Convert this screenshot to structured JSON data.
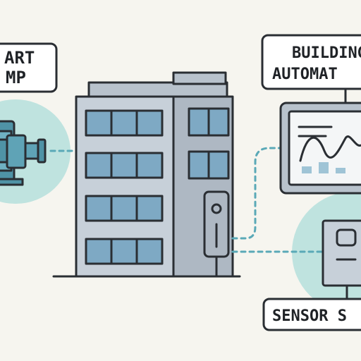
{
  "labels": {
    "pump_line1": "ART",
    "pump_line2": "MP",
    "bas_line1": "BUILDING",
    "bas_line2": "AUTOMAT",
    "sensor": "SENSOR S"
  },
  "icons": {
    "pump": "pump-icon",
    "building": "office-building-icon",
    "monitor": "monitor-icon",
    "sensor": "sensor-icon",
    "panel": "control-panel-icon"
  },
  "colors": {
    "background": "#f6f5ef",
    "outline": "#2a2e33",
    "teal_blob": "#bfe3df",
    "teal_dark": "#4f93a6",
    "building_face": "#c7d0d9",
    "building_side": "#aeb8c3",
    "window": "#7ea9c4",
    "connector": "#5aa9b7",
    "label_fill": "#ffffff"
  }
}
